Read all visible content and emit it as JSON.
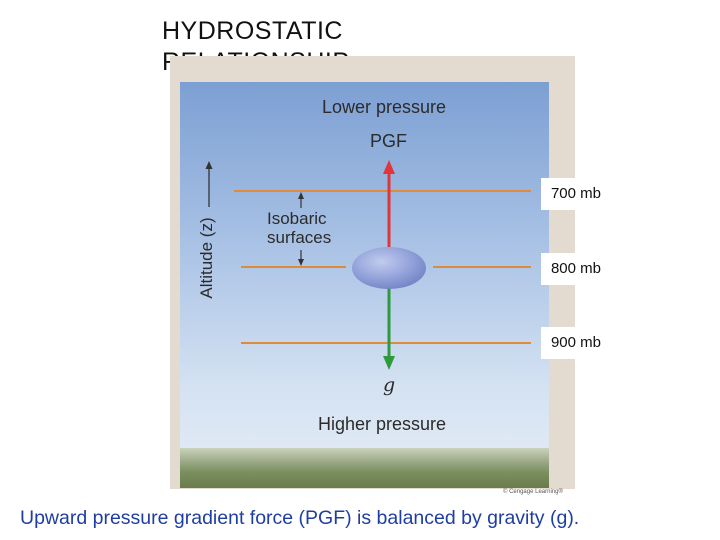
{
  "title": {
    "line1": "HYDROSTATIC",
    "line2": "RELATIONSHIP"
  },
  "diagram": {
    "top_label": "Lower pressure",
    "pgf_label": "PGF",
    "isobaric_label_line1": "Isobaric",
    "isobaric_label_line2": "surfaces",
    "altitude_axis_label": "Altitude (z)",
    "gravity_label": "g",
    "bottom_label": "Higher pressure",
    "isobar_labels": [
      "700 mb",
      "800 mb",
      "900 mb"
    ],
    "copyright": "© Cengage Learning®",
    "colors": {
      "isobar": "#e08a3c",
      "pgf_arrow": "#e0353a",
      "gravity_arrow": "#2f9a3c",
      "air_parcel": "#8f9ed8"
    }
  },
  "caption": "Upward pressure gradient force (PGF) is balanced by gravity (g)."
}
